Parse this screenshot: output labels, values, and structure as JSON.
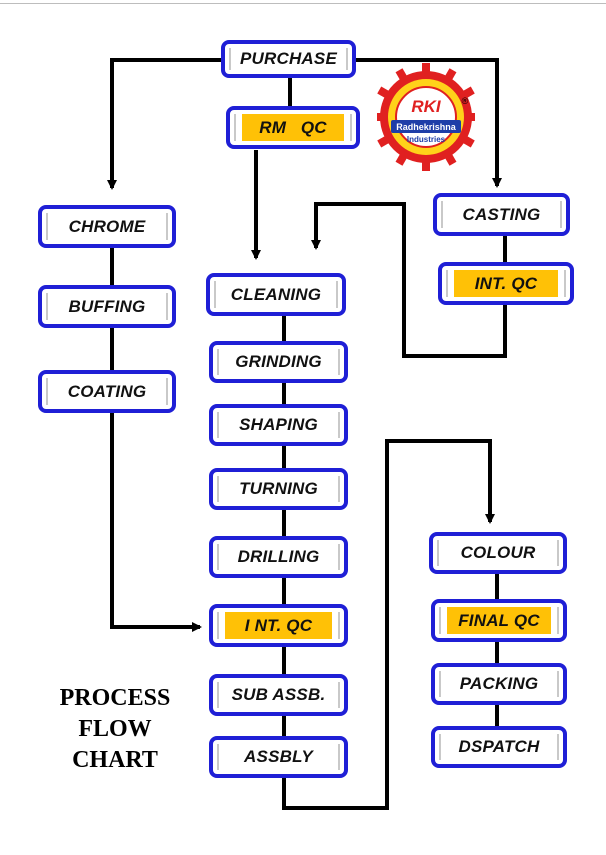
{
  "diagram": {
    "title_lines": [
      "PROCESS",
      "FLOW",
      "CHART"
    ],
    "logo": {
      "mark": "RKI",
      "name": "Radhekrishna",
      "sub": "Industries",
      "reg": "®"
    },
    "nodes": {
      "purchase": "PURCHASE",
      "rm_qc": "RM   QC",
      "chrome": "CHROME",
      "buffing": "BUFFING",
      "coating": "COATING",
      "casting": "CASTING",
      "casting_qc": "INT. QC",
      "cleaning": "CLEANING",
      "grinding": "GRINDING",
      "shaping": "SHAPING",
      "turning": "TURNING",
      "drilling": "DRILLING",
      "int_qc": "I NT. QC",
      "sub_assb": "SUB ASSB.",
      "assbly": "ASSBLY",
      "colour": "COLOUR",
      "final_qc": "FINAL QC",
      "packing": "PACKING",
      "dspatch": "DSPATCH"
    },
    "colors": {
      "box_border": "#1f1fd6",
      "qc_fill": "#ffc106",
      "line": "#000000",
      "logo_red": "#e02020",
      "logo_yellow": "#ffd21a",
      "logo_blue": "#1e3ea8"
    }
  }
}
